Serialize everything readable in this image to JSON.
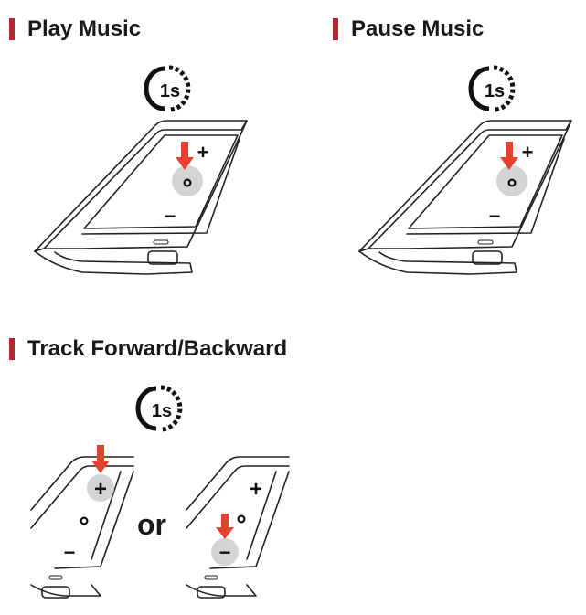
{
  "sections": [
    {
      "title": "Play Music",
      "timer": "1s"
    },
    {
      "title": "Pause Music",
      "timer": "1s"
    },
    {
      "title": "Track Forward/Backward",
      "timer": "1s"
    }
  ],
  "controls": {
    "plus": "+",
    "minus": "−"
  },
  "connector": "or",
  "colors": {
    "accent_bar": "#b8232f",
    "arrow": "#e4412f",
    "press_highlight": "#d4d4d4",
    "line": "#222222"
  }
}
